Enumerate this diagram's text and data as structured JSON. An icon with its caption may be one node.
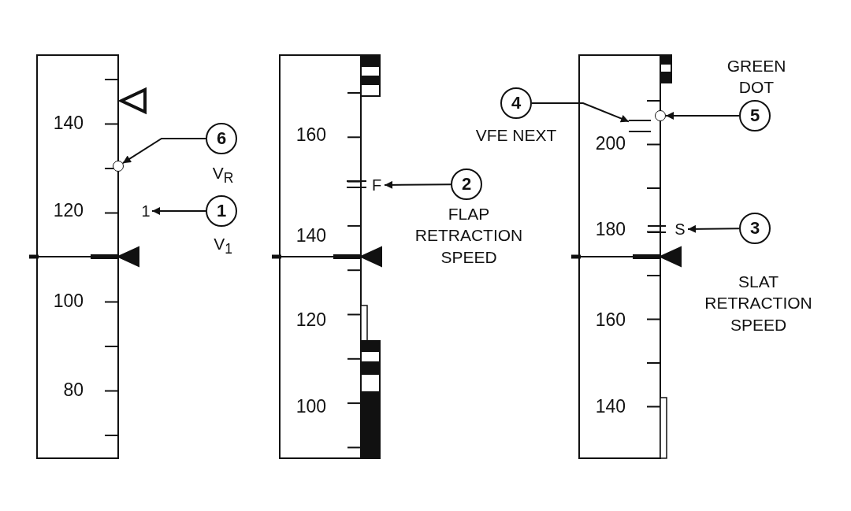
{
  "diagram": {
    "nodes": [
      {
        "text": [
          "6"
        ],
        "beside": [
          "V$_{R}$"
        ]
      },
      {
        "text": [],
        "shape": "circle"
      },
      {
        "text": [
          "1"
        ],
        "beside": [
          "V$_{1}$"
        ]
      },
      {
        "text": [
          "1"
        ]
      },
      {
        "text": [
          "2"
        ],
        "beside": [
          "FLAP RETRACTION SPEED"
        ]
      },
      {
        "text": [
          "F"
        ]
      },
      {
        "text": [
          "4"
        ],
        "beside": [
          "VFE NEXT"
        ]
      },
      {
        "text": [],
        "shape": "bar"
      },
      {
        "text": [
          "5"
        ],
        "beside": [
          "GREEN DOT"
        ]
      },
      {
        "text": [],
        "shape": "circle"
      },
      {
        "text": [
          "3"
        ],
        "beside": [
          "SLAT RETRACTION SPEED"
        ]
      },
      {
        "text": [
          "S"
        ]
      }
    ],
    "edges": [
      {
        "from": 0,
        "to": 1,
        "arrow": "to"
      },
      {
        "from": 2,
        "to": 3,
        "arrow": "to"
      },
      {
        "from": 4,
        "to": 5,
        "arrow": "to"
      },
      {
        "from": 6,
        "to": 7,
        "arrow": "to"
      },
      {
        "from": 8,
        "to": 9,
        "arrow": "to"
      },
      {
        "from": 10,
        "to": 11,
        "arrow": "to"
      }
    ],
    "labels": [
      "140",
      "120",
      "100",
      "80",
      "160",
      "140",
      "120",
      "100",
      "200",
      "180",
      "160",
      "140"
    ]
  }
}
